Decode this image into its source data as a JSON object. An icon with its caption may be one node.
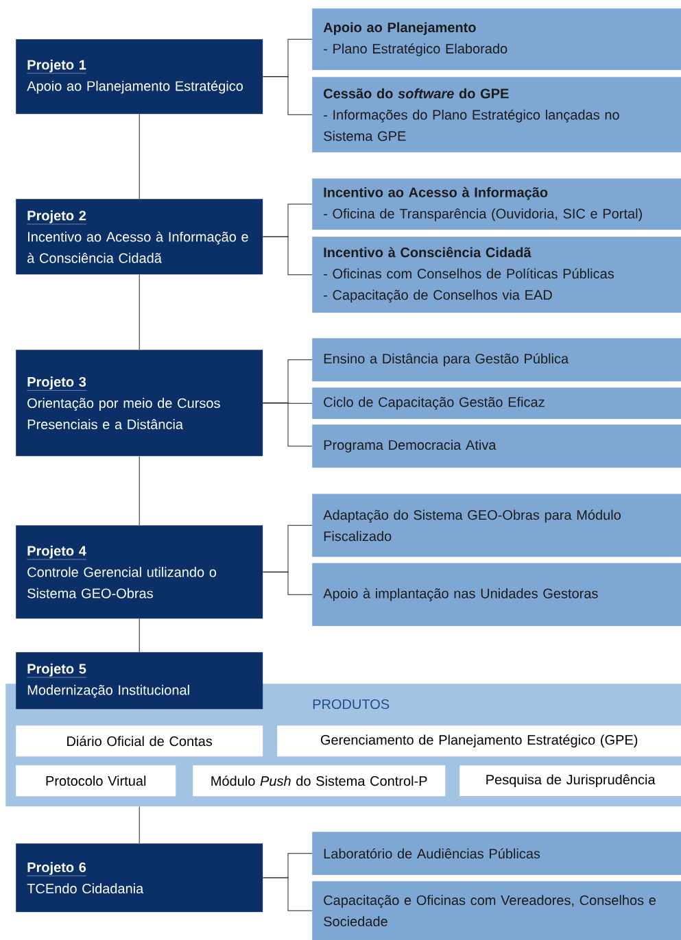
{
  "diagram": {
    "nodes": [
      {
        "text": [
          "Projeto 1",
          "Apoio ao Planejamento Estratégico"
        ]
      },
      {
        "text": [
          "Apoio ao Planejamento",
          "- Plano Estratégico Elaborado"
        ]
      },
      {
        "text": [
          "Cessão do *software* do GPE",
          "- Informações do Plano Estratégico lançadas no Sistema GPE"
        ]
      },
      {
        "text": [
          "Projeto 2",
          "Incentivo ao Acesso à Informação e à Consciência Cidadã"
        ]
      },
      {
        "text": [
          "Incentivo ao Acesso à Informação",
          "- Oficina de Transparência (Ouvidoria, SIC e Portal)"
        ]
      },
      {
        "text": [
          "Incentivo à Consciência Cidadã",
          "- Oficinas com Conselhos de Políticas Públicas",
          "- Capacitação de Conselhos via EAD"
        ]
      },
      {
        "text": [
          "Projeto 3",
          "Orientação por meio de Cursos Presenciais e a Distância"
        ]
      },
      {
        "text": [
          "Ensino a Distância para Gestão Pública"
        ]
      },
      {
        "text": [
          "Ciclo de Capacitação Gestão Eficaz"
        ]
      },
      {
        "text": [
          "Programa Democracia Ativa"
        ]
      },
      {
        "text": [
          "Projeto 4",
          "Controle Gerencial utilizando o Sistema GEO-Obras"
        ]
      },
      {
        "text": [
          "Adaptação do Sistema GEO-Obras para Módulo Fiscalizado"
        ]
      },
      {
        "text": [
          "Apoio à implantação nas Unidades Gestoras"
        ]
      },
      {
        "text": [
          "Projeto 5",
          "Modernização Institucional"
        ]
      },
      {
        "text": [
          "PRODUTOS"
        ]
      },
      {
        "text": [
          "Diário Oficial de Contas"
        ],
        "in": 14
      },
      {
        "text": [
          "Gerenciamento de Planejamento Estratégico (GPE)"
        ],
        "in": 14
      },
      {
        "text": [
          "Protocolo Virtual"
        ],
        "in": 14
      },
      {
        "text": [
          "Módulo *Push* do Sistema Control-P"
        ],
        "in": 14
      },
      {
        "text": [
          "Pesquisa de Jurisprudência"
        ],
        "in": 14
      },
      {
        "text": [
          "Projeto 6",
          "TCEndo Cidadania"
        ]
      },
      {
        "text": [
          "Laboratório de Audiências Públicas"
        ]
      },
      {
        "text": [
          "Capacitação e Oficinas com Vereadores, Conselhos e Sociedade"
        ]
      }
    ],
    "edges": [
      {
        "from": 0,
        "to": 1,
        "arrow": "none"
      },
      {
        "from": 0,
        "to": 2,
        "arrow": "none"
      },
      {
        "from": 0,
        "to": 3,
        "arrow": "none"
      },
      {
        "from": 3,
        "to": 4,
        "arrow": "none"
      },
      {
        "from": 3,
        "to": 5,
        "arrow": "none"
      },
      {
        "from": 3,
        "to": 6,
        "arrow": "none"
      },
      {
        "from": 6,
        "to": 7,
        "arrow": "none"
      },
      {
        "from": 6,
        "to": 8,
        "arrow": "none"
      },
      {
        "from": 6,
        "to": 9,
        "arrow": "none"
      },
      {
        "from": 6,
        "to": 10,
        "arrow": "none"
      },
      {
        "from": 10,
        "to": 11,
        "arrow": "none"
      },
      {
        "from": 10,
        "to": 12,
        "arrow": "none"
      },
      {
        "from": 10,
        "to": 13,
        "arrow": "none"
      },
      {
        "from": 14,
        "to": 20,
        "arrow": "none"
      },
      {
        "from": 20,
        "to": 21,
        "arrow": "none"
      },
      {
        "from": 20,
        "to": 22,
        "arrow": "none"
      }
    ]
  }
}
